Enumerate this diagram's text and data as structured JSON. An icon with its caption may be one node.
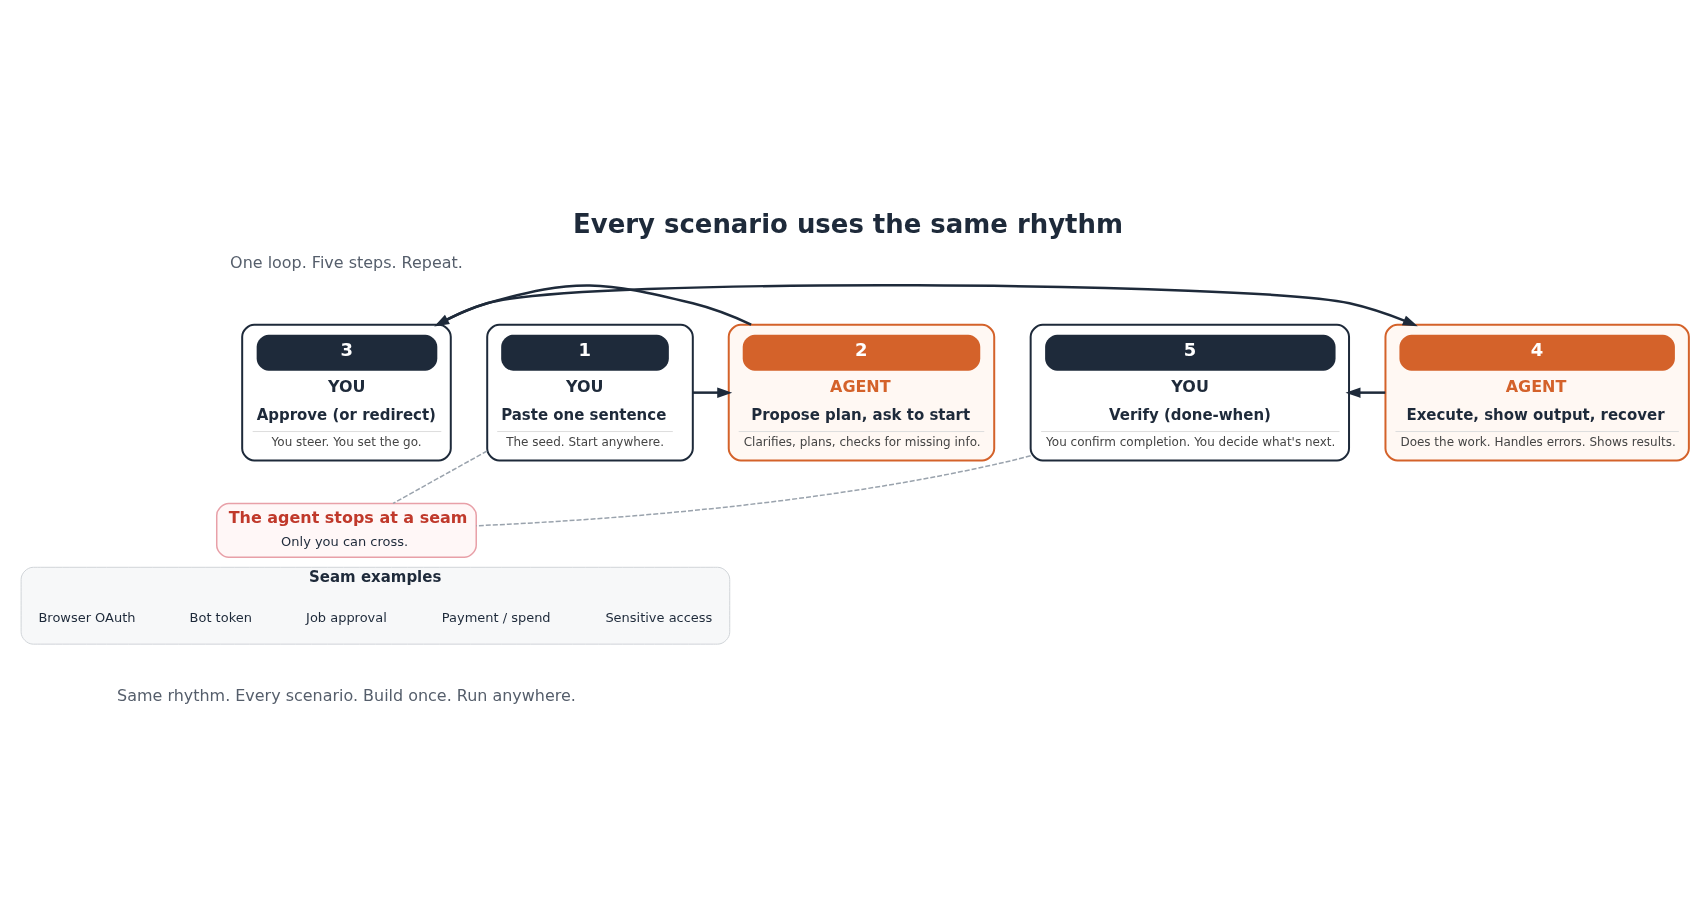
{
  "diagram": {
    "title": "Every scenario uses the same rhythm",
    "nodes": [
      {
        "text": [
          "1",
          "YOU",
          "Paste one sentence",
          "The seed. Start anywhere."
        ]
      },
      {
        "text": [
          "2",
          "AGENT",
          "Propose plan, ask to start",
          "Clarifies, plans, checks for missing info."
        ]
      },
      {
        "text": [
          "3",
          "YOU",
          "Approve (or redirect)",
          "You steer. You set the go."
        ]
      },
      {
        "text": [
          "4",
          "AGENT",
          "Execute, show output, recover",
          "Does the work. Handles errors. Shows results."
        ]
      },
      {
        "text": [
          "5",
          "YOU",
          "Verify (done-when)",
          "You confirm completion. You decide what's next."
        ]
      },
      {
        "text": [
          "The agent stops at a seam",
          "Only you can cross."
        ]
      },
      {
        "text": [
          "Seam examples"
        ]
      },
      {
        "text": [
          "Browser OAuth"
        ],
        "in": 6
      },
      {
        "text": [
          "Bot token"
        ],
        "in": 6
      },
      {
        "text": [
          "Job approval"
        ],
        "in": 6
      },
      {
        "text": [
          "Payment / spend"
        ],
        "in": 6
      },
      {
        "text": [
          "Sensitive access"
        ],
        "in": 6
      }
    ],
    "edges": [
      {
        "from": 0,
        "to": 1,
        "arrow": "to"
      },
      {
        "from": 1,
        "to": 2,
        "arrow": "to"
      },
      {
        "from": 2,
        "to": 3,
        "arrow": "to"
      },
      {
        "from": 3,
        "to": 4,
        "arrow": "to"
      },
      {
        "from": 0,
        "to": 5,
        "arrow": "none",
        "style": "dashed",
        "color": "#9aa3ad"
      },
      {
        "from": 4,
        "to": 5,
        "arrow": "none",
        "style": "dashed",
        "color": "#9aa3ad"
      }
    ],
    "labels": [
      "One loop. Five steps. Repeat.",
      "Same rhythm. Every scenario. Build once. Run anywhere."
    ]
  }
}
